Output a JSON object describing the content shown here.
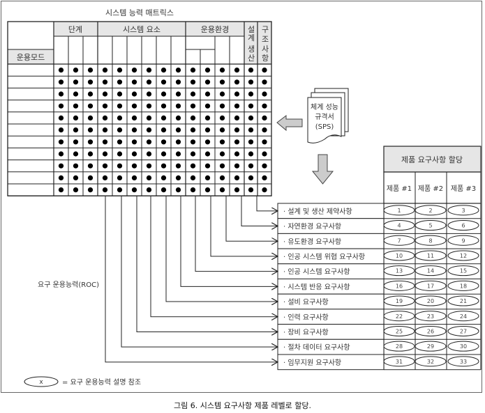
{
  "matrix": {
    "title": "시스템 능력 매트릭스",
    "row_header": "운용모드",
    "groups": [
      {
        "label": "단계",
        "columns": 3
      },
      {
        "label": "시스템 요소",
        "columns": 6
      },
      {
        "label": "운용환경",
        "columns": 4
      },
      {
        "label": "설계\n생산",
        "columns": 1
      },
      {
        "label": "구조\n사항",
        "columns": 1
      }
    ],
    "group_labels_vertical": {
      "design": [
        "설",
        "계",
        "생",
        "산"
      ],
      "structure": [
        "구",
        "조",
        "사",
        "항"
      ]
    },
    "rows": 11,
    "columns": 15,
    "cell_marker": "filled-dot"
  },
  "sps_document": {
    "lines": [
      "체계 성능",
      "규격서",
      "(SPS)"
    ]
  },
  "roc_label": "요구 운용능력(ROC)",
  "allocation": {
    "title": "제품 요구사항 할당",
    "products": [
      "제품 #1",
      "제품 #2",
      "제품 #3"
    ],
    "requirements": [
      {
        "label": "· 설계 및 생산 제약사항",
        "ids": [
          "1",
          "2",
          "3"
        ]
      },
      {
        "label": "· 자연환경 요구사항",
        "ids": [
          "4",
          "5",
          "6"
        ]
      },
      {
        "label": "· 유도환경 요구사항",
        "ids": [
          "7",
          "8",
          "9"
        ]
      },
      {
        "label": "· 인공 시스템 위협 요구사항",
        "ids": [
          "10",
          "11",
          "12"
        ]
      },
      {
        "label": "· 인공 시스템 요구사항",
        "ids": [
          "13",
          "14",
          "15"
        ]
      },
      {
        "label": "· 시스템 반응 요구사항",
        "ids": [
          "16",
          "17",
          "18"
        ]
      },
      {
        "label": "· 설비 요구사항",
        "ids": [
          "19",
          "20",
          "21"
        ]
      },
      {
        "label": "· 인력 요구사항",
        "ids": [
          "22",
          "23",
          "24"
        ]
      },
      {
        "label": "· 장비 요구사항",
        "ids": [
          "25",
          "26",
          "27"
        ]
      },
      {
        "label": "· 절차 데이터 요구사항",
        "ids": [
          "28",
          "29",
          "30"
        ]
      },
      {
        "label": "· 임무지원 요구사항",
        "ids": [
          "31",
          "32",
          "33"
        ]
      }
    ]
  },
  "legend": {
    "symbol": "x",
    "text": "=  요구 운용능력 설명 참조"
  },
  "caption": "그림 6. 시스템 요구사항 제품 레벨로 할당.",
  "colors": {
    "header_fill": "#e6e6e6",
    "line": "#222222",
    "arrow_fill": "#cccccc"
  }
}
